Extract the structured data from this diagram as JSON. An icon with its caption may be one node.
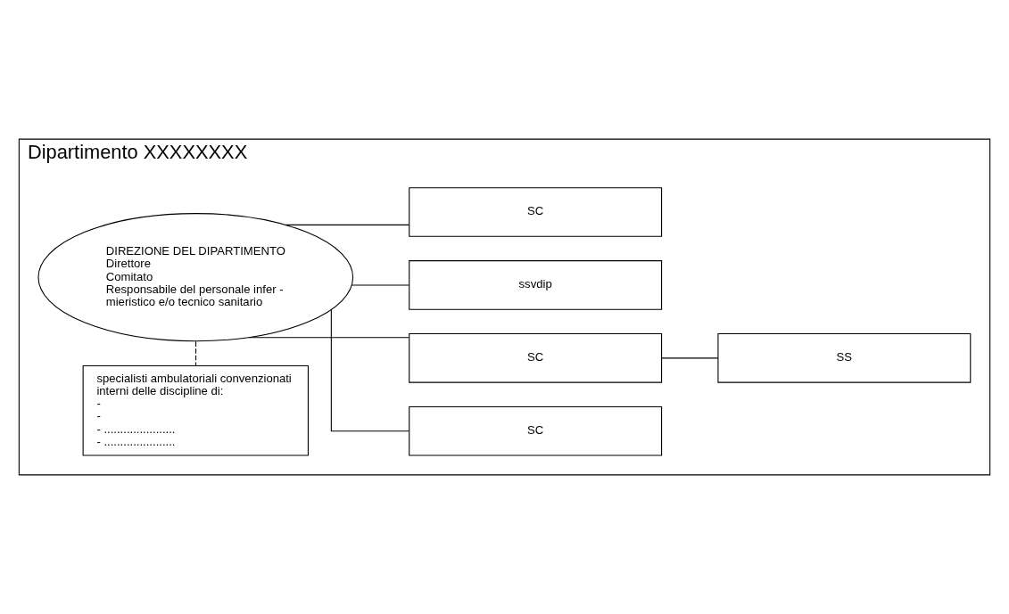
{
  "diagram": {
    "nodes": [
      {
        "text": [
          "Dipartimento XXXXXXXX"
        ]
      },
      {
        "text": [
          "DIREZIONE DEL DIPARTIMENTO",
          "Direttore",
          "Comitato",
          "Responsabile del personale infer - mieristico e/o tecnico sanitario"
        ],
        "in": 0
      },
      {
        "text": [
          "specialisti ambulatoriali convenzionati interni delle discipline di:",
          "-",
          "-",
          "- ......................",
          "- ......................"
        ],
        "in": 0
      },
      {
        "text": [
          "SC"
        ],
        "in": 0
      },
      {
        "text": [
          "SC"
        ],
        "in": 0
      },
      {
        "text": [
          "SS"
        ],
        "in": 0
      },
      {
        "text": [
          "ssvdip"
        ],
        "in": 0
      },
      {
        "text": [
          "SC"
        ],
        "in": 0
      }
    ],
    "edges": [
      {
        "from": 1,
        "to": 2,
        "arrow": "none",
        "style": "dashed"
      },
      {
        "from": 1,
        "to": 3,
        "arrow": "none"
      },
      {
        "from": 1,
        "to": 4,
        "arrow": "none"
      },
      {
        "from": 4,
        "to": 5,
        "arrow": "none"
      },
      {
        "from": 1,
        "to": 6,
        "arrow": "none"
      },
      {
        "from": 1,
        "to": 7,
        "arrow": "none"
      }
    ]
  }
}
